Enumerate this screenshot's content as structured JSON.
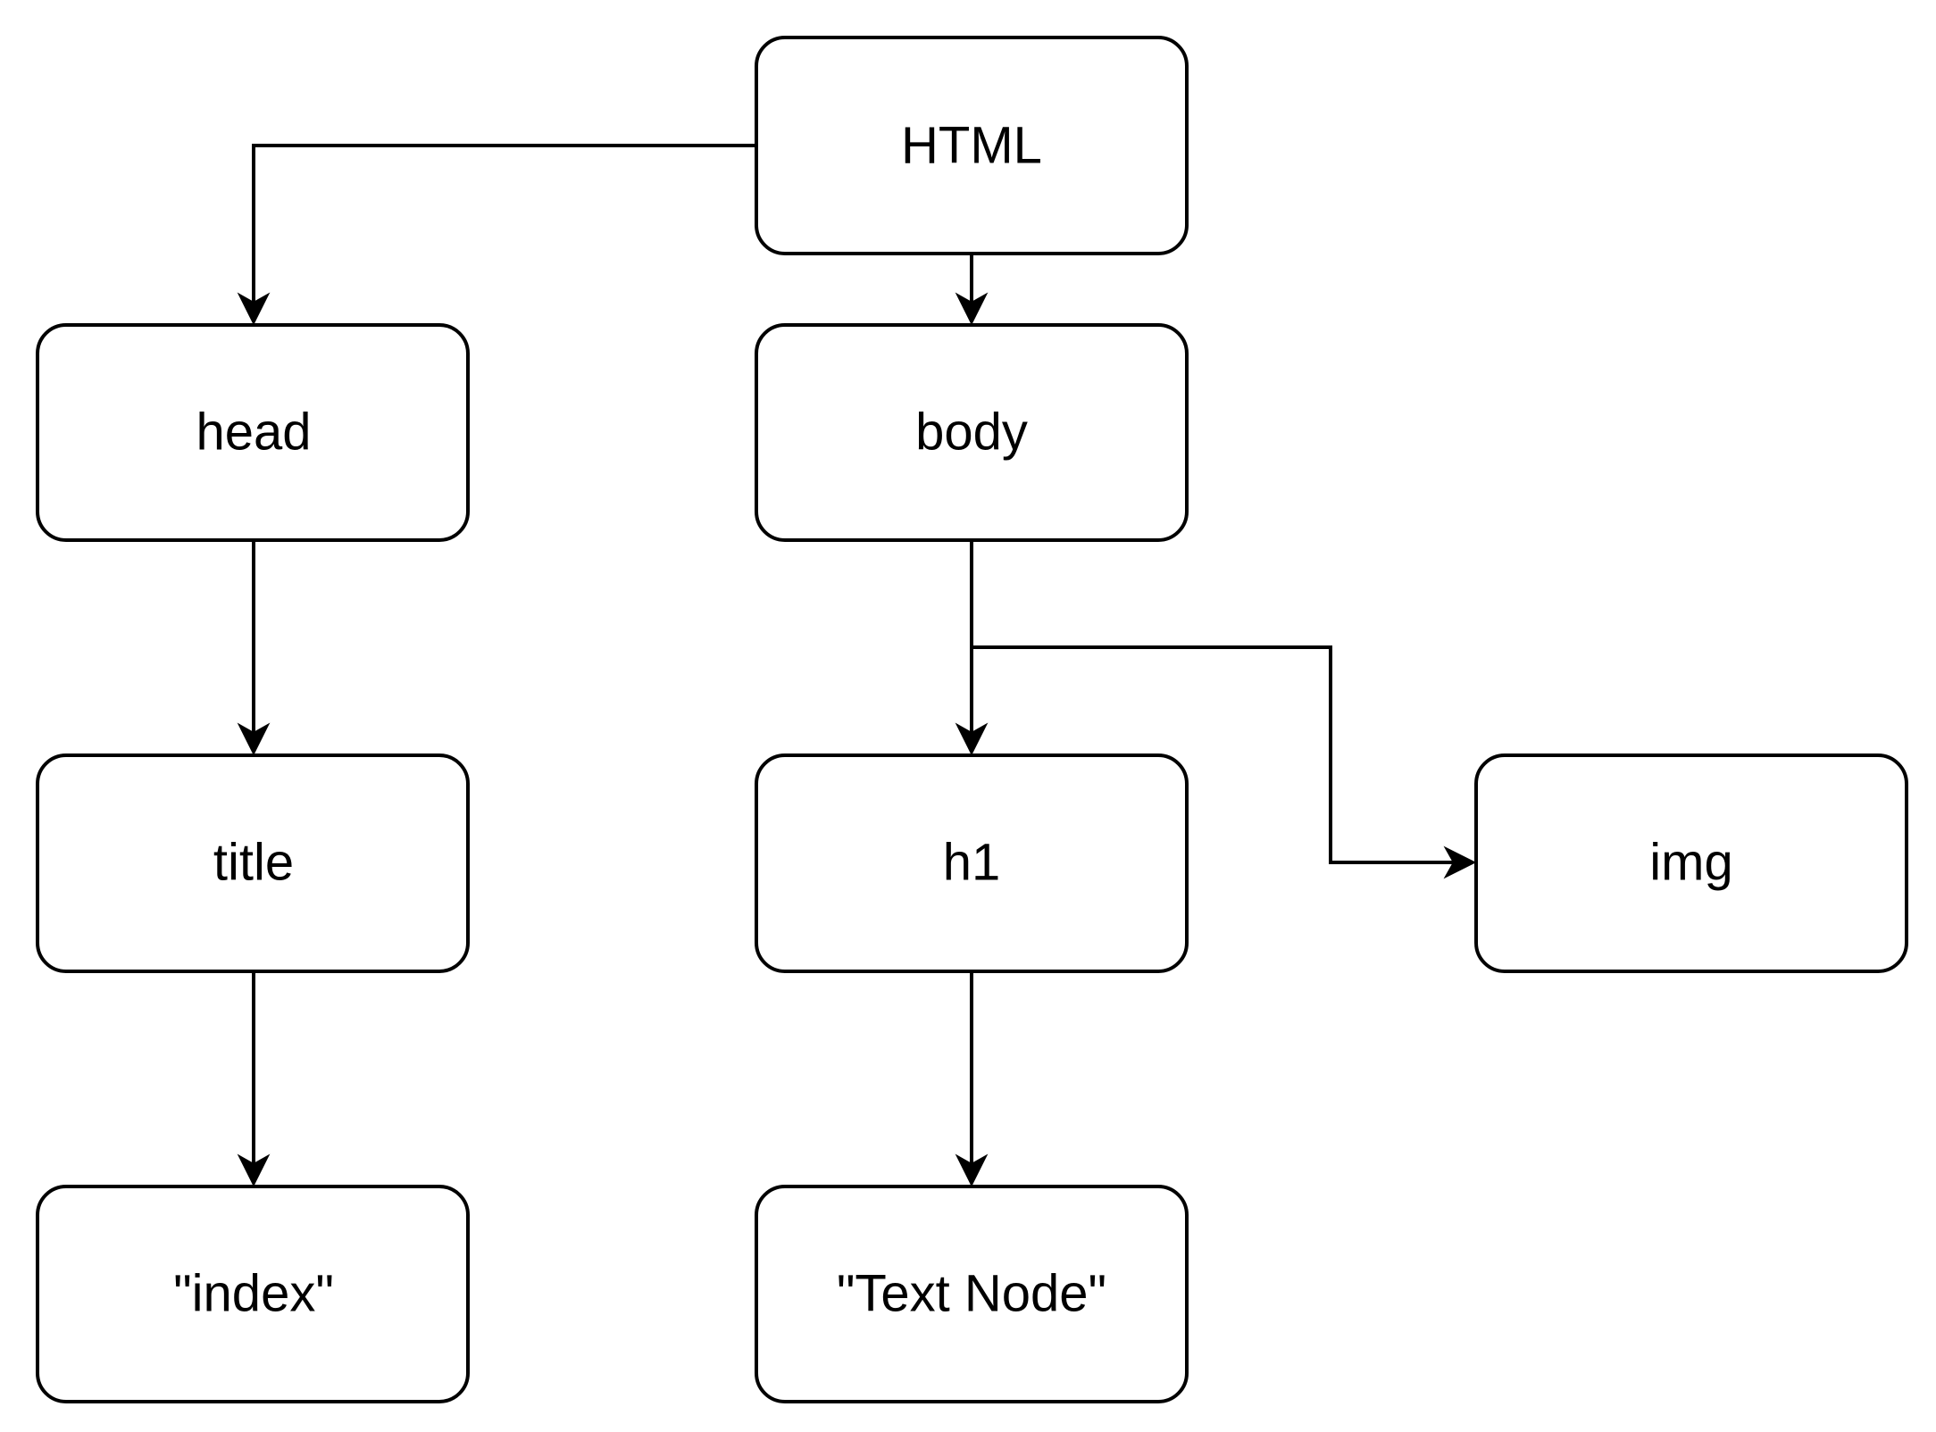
{
  "diagram": {
    "nodes": {
      "html": "HTML",
      "head": "head",
      "body": "body",
      "title": "title",
      "h1": "h1",
      "img": "img",
      "index_text": "\"index\"",
      "text_node": "\"Text Node\""
    },
    "edges": [
      {
        "from": "HTML",
        "to": "head"
      },
      {
        "from": "HTML",
        "to": "body"
      },
      {
        "from": "head",
        "to": "title"
      },
      {
        "from": "title",
        "to": "\"index\""
      },
      {
        "from": "body",
        "to": "h1"
      },
      {
        "from": "body",
        "to": "img"
      },
      {
        "from": "h1",
        "to": "\"Text Node\""
      }
    ]
  }
}
